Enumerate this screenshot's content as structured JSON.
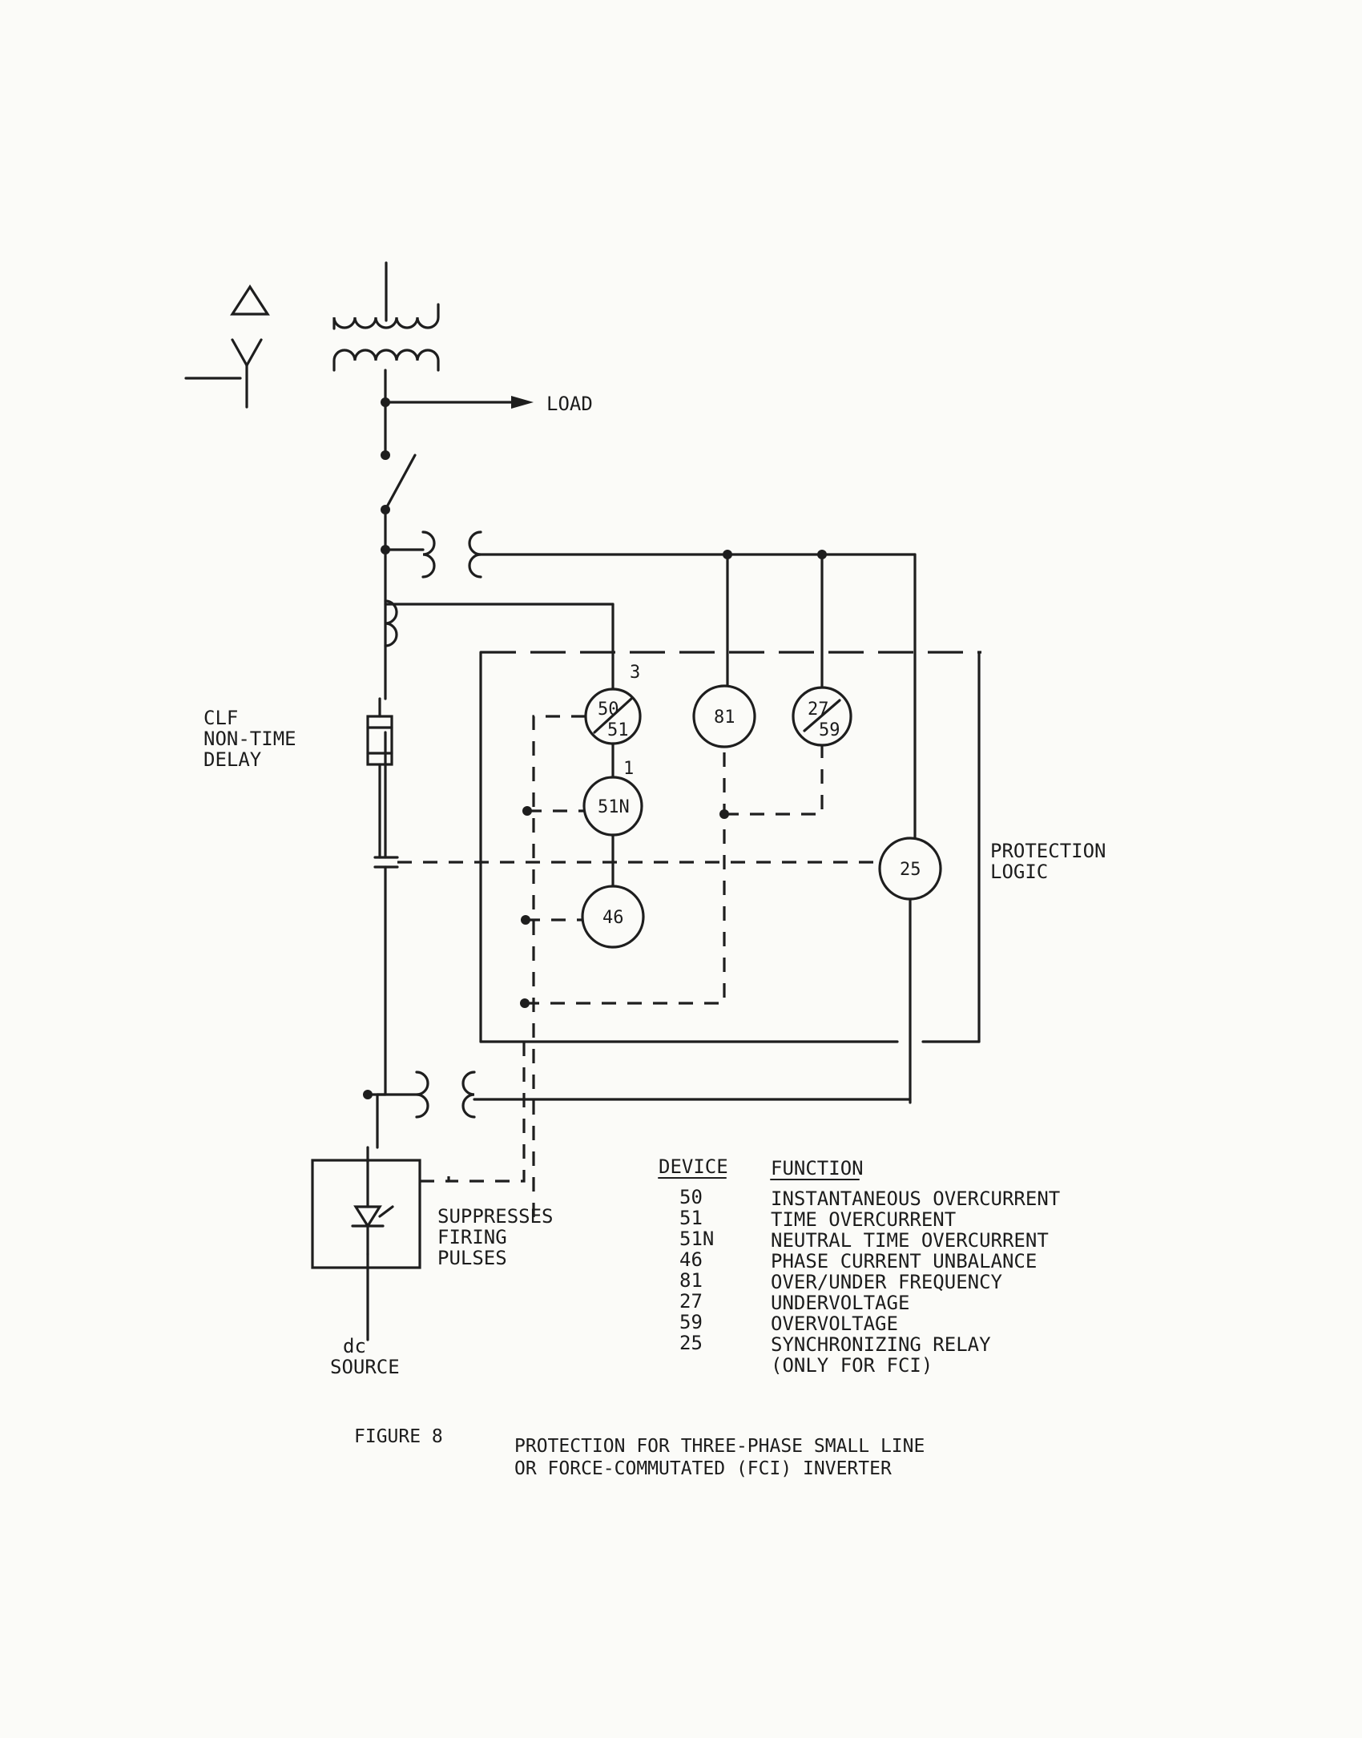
{
  "diagram": {
    "load_label": "LOAD",
    "clf_label": [
      "CLF",
      "NON-TIME",
      "DELAY"
    ],
    "protection_label": [
      "PROTECTION",
      "LOGIC"
    ],
    "suppress_label": [
      "SUPPRESSES",
      "FIRING",
      "PULSES"
    ],
    "dc_label": [
      "dc",
      "SOURCE"
    ],
    "relays": {
      "r5051_top": "50",
      "r5051_bottom": "51",
      "r51n": "51N",
      "r46": "46",
      "r81": "81",
      "r2759_top": "27",
      "r2759_bottom": "59",
      "r25": "25"
    },
    "count_3": "3",
    "count_1": "1"
  },
  "legend": {
    "header_device": "DEVICE",
    "header_function": "FUNCTION",
    "rows": [
      {
        "device": "50",
        "function": "INSTANTANEOUS OVERCURRENT"
      },
      {
        "device": "51",
        "function": "TIME OVERCURRENT"
      },
      {
        "device": "51N",
        "function": "NEUTRAL TIME OVERCURRENT"
      },
      {
        "device": "46",
        "function": "PHASE CURRENT UNBALANCE"
      },
      {
        "device": "81",
        "function": "OVER/UNDER FREQUENCY"
      },
      {
        "device": "27",
        "function": "UNDERVOLTAGE"
      },
      {
        "device": "59",
        "function": "OVERVOLTAGE"
      },
      {
        "device": "25",
        "function": "SYNCHRONIZING RELAY"
      },
      {
        "device": "",
        "function": "(ONLY FOR FCI)"
      }
    ]
  },
  "caption": {
    "figure": "FIGURE 8",
    "title_line1": "PROTECTION FOR THREE-PHASE SMALL LINE",
    "title_line2": "OR FORCE-COMMUTATED (FCI) INVERTER"
  }
}
